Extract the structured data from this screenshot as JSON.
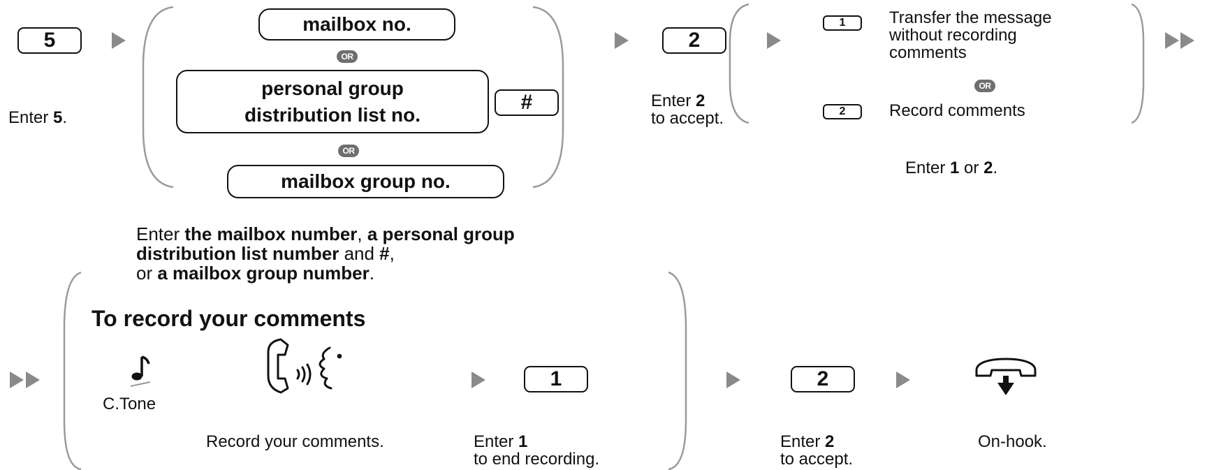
{
  "step1": {
    "key": "5",
    "caption_pre": "Enter ",
    "caption_bold": "5",
    "caption_post": "."
  },
  "options_a": {
    "mailbox": "mailbox no.",
    "or1": "OR",
    "personal_line1": "personal group",
    "personal_line2": "distribution list no.",
    "hash_key": "#",
    "or2": "OR",
    "group": "mailbox group no."
  },
  "instruction": {
    "l1_pre": "Enter ",
    "l1_b1": "the mailbox number",
    "l1_mid": ", ",
    "l1_b2": "a personal group",
    "l2_b": "distribution list number",
    "l2_mid": " and ",
    "l2_b2": "#",
    "l2_post": ",",
    "l3_pre": "or ",
    "l3_b": "a mailbox group number",
    "l3_post": "."
  },
  "step2": {
    "key": "2",
    "caption_pre": "Enter ",
    "caption_bold": "2",
    "caption2": "to accept."
  },
  "options_b": {
    "key1": "1",
    "opt1_line1": "Transfer the message",
    "opt1_line2": "without recording",
    "opt1_line3": "comments",
    "or": "OR",
    "key2": "2",
    "opt2": "Record comments",
    "caption_pre": "Enter ",
    "caption_b1": "1",
    "caption_mid": " or ",
    "caption_b2": "2",
    "caption_post": "."
  },
  "record": {
    "title": "To record your comments",
    "tone_label": "C.Tone",
    "speak_caption": "Record your comments.",
    "end_key": "1",
    "end_caption_pre": "Enter ",
    "end_caption_bold": "1",
    "end_caption2": "to end recording.",
    "accept_key": "2",
    "accept_caption_pre": "Enter ",
    "accept_caption_bold": "2",
    "accept_caption2": "to accept.",
    "onhook_caption": "On-hook."
  },
  "icons": {
    "arrows": "arrow-right-icon",
    "double_arrow": "double-arrow-icon",
    "note": "music-note-icon",
    "handset": "handset-speaking-icon",
    "onhook": "onhook-icon"
  },
  "colors": {
    "ink": "#111111",
    "or_badge": "#6e6e6e"
  }
}
